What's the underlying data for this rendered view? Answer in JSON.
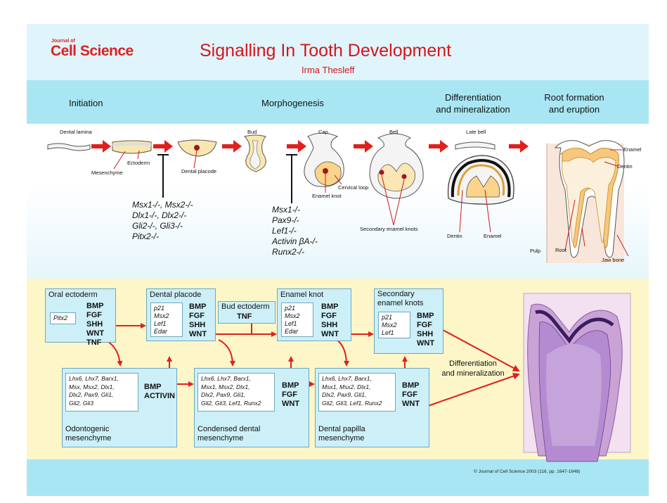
{
  "header": {
    "journal_small": "Journal of",
    "journal": "Cell Science",
    "title": "Signalling In Tooth Development",
    "author": "Irma Thesleff"
  },
  "stages": {
    "initiation": "Initiation",
    "morphogenesis": "Morphogenesis",
    "differentiation": [
      "Differentiation",
      "and mineralization"
    ],
    "root": [
      "Root formation",
      "and eruption"
    ]
  },
  "upper_labels": {
    "dental_lamina": "Dental lamina",
    "ectoderm": "Ectoderm",
    "mesenchyme": "Mesenchyme",
    "dental_placode": "Dental placode",
    "bud": "Bud",
    "cap": "Cap",
    "bell": "Bell",
    "late_bell": "Late bell",
    "cervical_loop": "Cervical loop",
    "enamel_knot": "Enamel knot",
    "secondary_enamel_knots": "Secondary enamel knots",
    "dentin": "Dentin",
    "enamel": "Enamel",
    "enamel_r": "Enamel",
    "dentin_r": "Dentin",
    "pulp": "Pulp",
    "root": "Root",
    "jaw_bone": "Jaw bone"
  },
  "knockouts": {
    "initiation": [
      "Msx1-/-, Msx2-/-",
      "Dlx1-/-, Dlx2-/-",
      "Gli2-/-, Gli3-/-",
      "Pitx2-/-"
    ],
    "bud": [
      "Msx1-/-",
      "Pax9-/-",
      "Lef1-/-",
      "Activin βA-/-",
      "Runx2-/-"
    ]
  },
  "boxes": {
    "oral_ectoderm": {
      "title": "Oral ectoderm",
      "inner": [
        "Pitx2"
      ],
      "signals": [
        "BMP",
        "FGF",
        "SHH",
        "WNT",
        "TNF"
      ]
    },
    "dental_placode": {
      "title": "Dental placode",
      "inner": [
        "p21",
        "Msx2",
        "Lef1",
        "Edar"
      ],
      "signals": [
        "BMP",
        "FGF",
        "SHH",
        "WNT"
      ]
    },
    "bud_ectoderm": {
      "title": "Bud ectoderm",
      "signals": [
        "TNF"
      ]
    },
    "enamel_knot": {
      "title": "Enamel knot",
      "inner": [
        "p21",
        "Msx2",
        "Lef1",
        "Edar"
      ],
      "signals": [
        "BMP",
        "FGF",
        "SHH",
        "WNT"
      ]
    },
    "secondary_knots": {
      "title": [
        "Secondary",
        "enamel knots"
      ],
      "inner": [
        "p21",
        "Msx2",
        "Lef1"
      ],
      "signals": [
        "BMP",
        "FGF",
        "SHH",
        "WNT"
      ]
    },
    "odontogenic": {
      "inner": [
        "Lhx6, Lhx7, Barx1,",
        "Msx, Msx2, Dlx1,",
        "Dlx2, Pax9, Gli1,",
        "Gli2, Gli3"
      ],
      "signals": [
        "BMP",
        "ACTIVIN"
      ],
      "title": [
        "Odontogenic",
        "mesenchyme"
      ]
    },
    "condensed": {
      "inner": [
        "Lhx6, Lhx7, Barx1,",
        "Msx1, Msx2, Dlx1,",
        "Dlx2, Pax9, Gli1,",
        "Gli2, Gli3, Lef1, Runx2"
      ],
      "signals": [
        "BMP",
        "FGF",
        "WNT"
      ],
      "title": [
        "Condensed dental",
        "mesenchyme"
      ]
    },
    "papilla": {
      "inner": [
        "Lhx6, Lhx7, Barx1,",
        "Msx1, Msx2, Dlx1,",
        "Dlx2, Pax9, Gli1,",
        "Gli2, Gli3, Lef1, Runx2"
      ],
      "signals": [
        "BMP",
        "FGF",
        "WNT"
      ],
      "title": [
        "Dental papilla",
        "mesenchyme"
      ]
    }
  },
  "diff_label": [
    "Differentiation",
    "and mineralization"
  ],
  "footer": {
    "copyright": "© Journal of Cell Science 2003 (116, pp. 1647-1648)"
  },
  "colors": {
    "accent": "#d4161d",
    "arrow": "#e0201b",
    "box": "#cdeff8",
    "bar": "#a9e6f4",
    "lower_bg": "#fdf6c8"
  }
}
